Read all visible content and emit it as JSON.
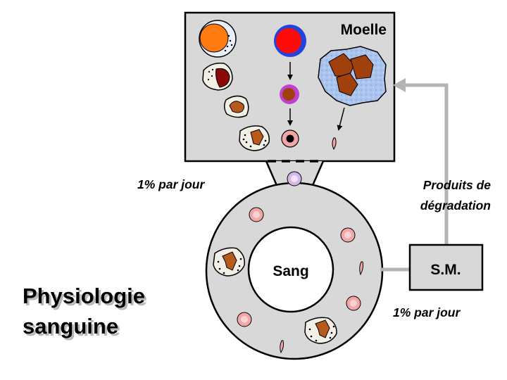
{
  "labels": {
    "marrow": "Moelle",
    "blood": "Sang",
    "system": "S.M.",
    "rate_marrow": "1% par jour",
    "rate_system": "1% par jour",
    "degradation_line1": "Produits de",
    "degradation_line2": "dégradation",
    "title_line1": "Physiologie",
    "title_line2": "sanguine"
  },
  "colors": {
    "box_fill": "#d8d8d8",
    "ring_fill": "#d8d8d8",
    "arrow_gray": "#b4b4b4",
    "erythro_outer": "#f4a6a6",
    "erythro_inner": "#f7d4d4",
    "megakaryocyte_cell": "#aac4ee",
    "megakaryocyte_nucleus": "#a0400c",
    "early_cell_nucleus": "#ff7a10",
    "proerythroblast_nucleus": "#ff0a0a",
    "proerythroblast_ring": "#2244dd",
    "basophilic_erythroblast": "#c040d0",
    "title_shadow": "#b8b8b8"
  },
  "icons": [
    "hematopoietic-cell-icon",
    "proerythroblast-icon",
    "erythroblast-icon",
    "reticulocyte-icon",
    "megakaryocyte-icon",
    "platelet-icon",
    "granulocyte-icon",
    "red-blood-cell-icon"
  ]
}
